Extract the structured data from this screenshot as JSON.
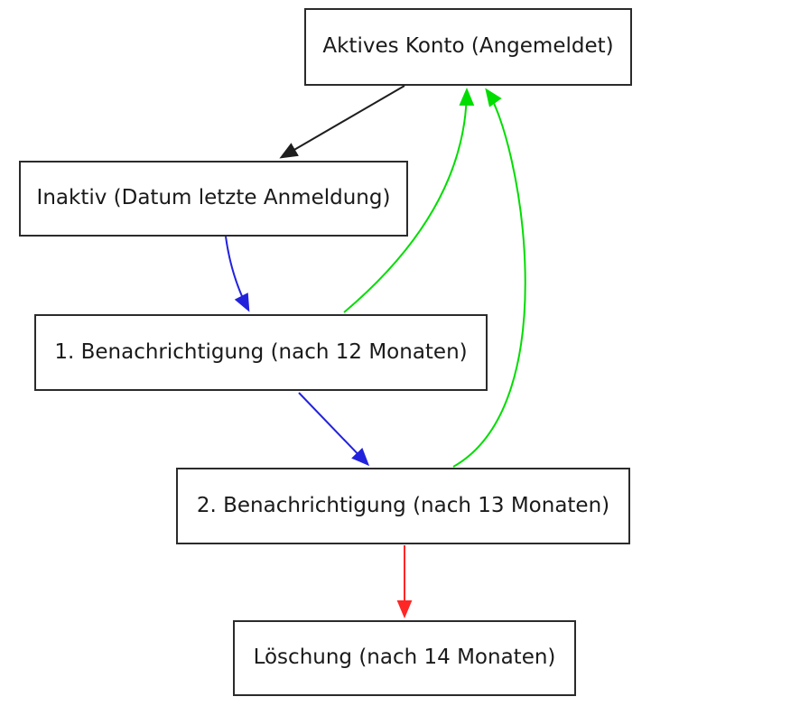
{
  "diagram": {
    "type": "flowchart",
    "background": "#ffffff",
    "nodes": [
      {
        "id": "aktives-konto",
        "label": "Aktives Konto (Angemeldet)"
      },
      {
        "id": "inaktiv",
        "label": "Inaktiv (Datum letzte Anmeldung)"
      },
      {
        "id": "benachrichtigung-1",
        "label": "1. Benachrichtigung (nach 12 Monaten)"
      },
      {
        "id": "benachrichtigung-2",
        "label": "2. Benachrichtigung (nach 13 Monaten)"
      },
      {
        "id": "loeschung",
        "label": "Löschung (nach 14 Monaten)"
      }
    ],
    "edges": [
      {
        "from": "aktives-konto",
        "to": "inaktiv",
        "color_name": "black"
      },
      {
        "from": "inaktiv",
        "to": "benachrichtigung-1",
        "color_name": "blue"
      },
      {
        "from": "benachrichtigung-1",
        "to": "benachrichtigung-2",
        "color_name": "blue"
      },
      {
        "from": "benachrichtigung-2",
        "to": "loeschung",
        "color_name": "red"
      },
      {
        "from": "benachrichtigung-1",
        "to": "aktives-konto",
        "color_name": "green"
      },
      {
        "from": "benachrichtigung-2",
        "to": "aktives-konto",
        "color_name": "green"
      }
    ],
    "colors": {
      "black": "#1e1e1e",
      "blue": "#2222dd",
      "green": "#00dd00",
      "red": "#ff2626",
      "node_border": "#2b2b2b",
      "node_fill": "#ffffff",
      "text": "#1a1a1a"
    }
  }
}
